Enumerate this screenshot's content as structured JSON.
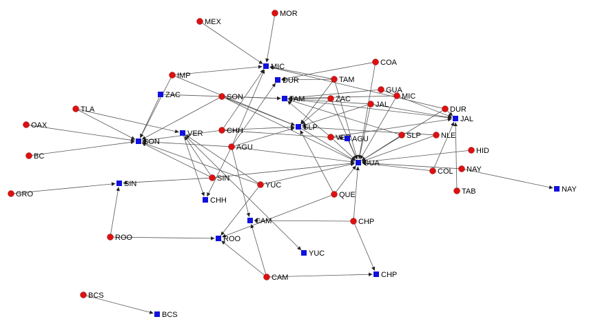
{
  "colors": {
    "circle": "#dd1111",
    "square": "#1111dd",
    "edge": "#555555"
  },
  "nodes": [
    {
      "id": "c_MEX",
      "label": "MEX",
      "shape": "circle"
    },
    {
      "id": "c_MOR",
      "label": "MOR",
      "shape": "circle"
    },
    {
      "id": "c_COA",
      "label": "COA",
      "shape": "circle"
    },
    {
      "id": "c_IMP",
      "label": "IMP",
      "shape": "circle"
    },
    {
      "id": "c_TAM",
      "label": "TAM",
      "shape": "circle"
    },
    {
      "id": "c_GUA",
      "label": "GUA",
      "shape": "circle"
    },
    {
      "id": "c_MIC",
      "label": "MIC",
      "shape": "circle"
    },
    {
      "id": "c_SON",
      "label": "SON",
      "shape": "circle"
    },
    {
      "id": "c_ZAC",
      "label": "ZAC",
      "shape": "circle"
    },
    {
      "id": "c_JAL",
      "label": "JAL",
      "shape": "circle"
    },
    {
      "id": "c_DUR",
      "label": "DUR",
      "shape": "circle"
    },
    {
      "id": "c_TLA",
      "label": "TLA",
      "shape": "circle"
    },
    {
      "id": "c_OAX",
      "label": "OAX",
      "shape": "circle"
    },
    {
      "id": "c_CHH",
      "label": "CHH",
      "shape": "circle"
    },
    {
      "id": "c_VER",
      "label": "VER",
      "shape": "circle"
    },
    {
      "id": "c_SLP",
      "label": "SLP",
      "shape": "circle"
    },
    {
      "id": "c_NLE",
      "label": "NLE",
      "shape": "circle"
    },
    {
      "id": "c_BC",
      "label": "BC",
      "shape": "circle"
    },
    {
      "id": "c_AGU",
      "label": "AGU",
      "shape": "circle"
    },
    {
      "id": "c_HID",
      "label": "HID",
      "shape": "circle"
    },
    {
      "id": "c_COL",
      "label": "COL",
      "shape": "circle"
    },
    {
      "id": "c_NAY",
      "label": "NAY",
      "shape": "circle"
    },
    {
      "id": "c_SIN",
      "label": "SIN",
      "shape": "circle"
    },
    {
      "id": "c_YUC",
      "label": "YUC",
      "shape": "circle"
    },
    {
      "id": "c_GRO",
      "label": "GRO",
      "shape": "circle"
    },
    {
      "id": "c_TAB",
      "label": "TAB",
      "shape": "circle"
    },
    {
      "id": "c_QUE",
      "label": "QUE",
      "shape": "circle"
    },
    {
      "id": "c_CHP",
      "label": "CHP",
      "shape": "circle"
    },
    {
      "id": "c_ROO",
      "label": "ROO",
      "shape": "circle"
    },
    {
      "id": "c_CAM",
      "label": "CAM",
      "shape": "circle"
    },
    {
      "id": "c_BCS",
      "label": "BCS",
      "shape": "circle"
    },
    {
      "id": "s_MIC",
      "label": "MIC",
      "shape": "square"
    },
    {
      "id": "s_DUR",
      "label": "DUR",
      "shape": "square"
    },
    {
      "id": "s_ZAC",
      "label": "ZAC",
      "shape": "square"
    },
    {
      "id": "s_TAM",
      "label": "TAM",
      "shape": "square"
    },
    {
      "id": "s_JAL",
      "label": "JAL",
      "shape": "square"
    },
    {
      "id": "s_SLP",
      "label": "SLP",
      "shape": "square"
    },
    {
      "id": "s_VER",
      "label": "VER",
      "shape": "square"
    },
    {
      "id": "s_AGU",
      "label": "AGU",
      "shape": "square"
    },
    {
      "id": "s_SON",
      "label": "SON",
      "shape": "square"
    },
    {
      "id": "s_GUA",
      "label": "GUA",
      "shape": "square"
    },
    {
      "id": "s_SIN",
      "label": "SIN",
      "shape": "square"
    },
    {
      "id": "s_NAY",
      "label": "NAY",
      "shape": "square"
    },
    {
      "id": "s_CHH",
      "label": "CHH",
      "shape": "square"
    },
    {
      "id": "s_CAM",
      "label": "CAM",
      "shape": "square"
    },
    {
      "id": "s_ROO",
      "label": "ROO",
      "shape": "square"
    },
    {
      "id": "s_YUC",
      "label": "YUC",
      "shape": "square"
    },
    {
      "id": "s_CHP",
      "label": "CHP",
      "shape": "square"
    },
    {
      "id": "s_BCS",
      "label": "BCS",
      "shape": "square"
    }
  ],
  "edges": [
    [
      "c_MEX",
      "s_MIC"
    ],
    [
      "c_MOR",
      "s_MIC"
    ],
    [
      "c_IMP",
      "s_MIC"
    ],
    [
      "c_COA",
      "s_DUR"
    ],
    [
      "c_COA",
      "s_GUA"
    ],
    [
      "c_TAM",
      "s_MIC"
    ],
    [
      "c_TAM",
      "s_DUR"
    ],
    [
      "c_TAM",
      "s_SLP"
    ],
    [
      "c_TAM",
      "s_GUA"
    ],
    [
      "c_GUA",
      "s_TAM"
    ],
    [
      "c_GUA",
      "s_JAL"
    ],
    [
      "c_MIC",
      "s_TAM"
    ],
    [
      "c_MIC",
      "s_GUA"
    ],
    [
      "c_SON",
      "s_TAM"
    ],
    [
      "c_SON",
      "s_SLP"
    ],
    [
      "c_SON",
      "s_SON"
    ],
    [
      "c_SON",
      "s_GUA"
    ],
    [
      "c_ZAC",
      "s_TAM"
    ],
    [
      "c_ZAC",
      "s_SLP"
    ],
    [
      "c_ZAC",
      "s_GUA"
    ],
    [
      "c_JAL",
      "s_TAM"
    ],
    [
      "c_JAL",
      "s_SLP"
    ],
    [
      "c_JAL",
      "s_GUA"
    ],
    [
      "c_JAL",
      "s_JAL"
    ],
    [
      "c_DUR",
      "s_JAL"
    ],
    [
      "c_DUR",
      "s_MIC"
    ],
    [
      "c_DUR",
      "s_GUA"
    ],
    [
      "c_TLA",
      "s_SON"
    ],
    [
      "c_TLA",
      "s_VER"
    ],
    [
      "c_OAX",
      "s_SON"
    ],
    [
      "c_BC",
      "s_SON"
    ],
    [
      "c_GRO",
      "s_SIN"
    ],
    [
      "c_IMP",
      "s_SON"
    ],
    [
      "c_IMP",
      "s_SLP"
    ],
    [
      "s_ZAC",
      "s_SON"
    ],
    [
      "s_ZAC",
      "s_TAM"
    ],
    [
      "c_CHH",
      "s_SON"
    ],
    [
      "c_CHH",
      "s_MIC"
    ],
    [
      "c_CHH",
      "s_AGU"
    ],
    [
      "c_VER",
      "s_TAM"
    ],
    [
      "c_VER",
      "s_GUA"
    ],
    [
      "c_VER",
      "s_JAL"
    ],
    [
      "c_SLP",
      "s_GUA"
    ],
    [
      "c_SLP",
      "s_TAM"
    ],
    [
      "c_NLE",
      "s_GUA"
    ],
    [
      "c_NLE",
      "s_SLP"
    ],
    [
      "c_AGU",
      "s_SON"
    ],
    [
      "c_AGU",
      "s_DUR"
    ],
    [
      "c_AGU",
      "s_MIC"
    ],
    [
      "c_AGU",
      "s_GUA"
    ],
    [
      "c_AGU",
      "s_SLP"
    ],
    [
      "c_AGU",
      "s_CHH"
    ],
    [
      "c_AGU",
      "s_CAM"
    ],
    [
      "c_HID",
      "s_GUA"
    ],
    [
      "c_COL",
      "s_GUA"
    ],
    [
      "c_COL",
      "s_JAL"
    ],
    [
      "c_NAY",
      "s_NAY"
    ],
    [
      "c_NAY",
      "s_GUA"
    ],
    [
      "c_SIN",
      "s_SIN"
    ],
    [
      "c_SIN",
      "s_GUA"
    ],
    [
      "c_SIN",
      "s_SON"
    ],
    [
      "c_SIN",
      "s_VER"
    ],
    [
      "c_YUC",
      "s_SON"
    ],
    [
      "c_YUC",
      "s_GUA"
    ],
    [
      "c_YUC",
      "s_ROO"
    ],
    [
      "c_YUC",
      "s_VER"
    ],
    [
      "c_TAB",
      "s_JAL"
    ],
    [
      "c_QUE",
      "s_GUA"
    ],
    [
      "c_QUE",
      "s_SLP"
    ],
    [
      "c_QUE",
      "s_ROO"
    ],
    [
      "c_CHP",
      "s_GUA"
    ],
    [
      "c_CHP",
      "s_CHP"
    ],
    [
      "c_CHP",
      "s_CAM"
    ],
    [
      "c_ROO",
      "s_SIN"
    ],
    [
      "c_ROO",
      "s_ROO"
    ],
    [
      "c_CAM",
      "s_CAM"
    ],
    [
      "c_CAM",
      "s_CHP"
    ],
    [
      "c_CAM",
      "s_ROO"
    ],
    [
      "c_BCS",
      "s_BCS"
    ],
    [
      "s_VER",
      "s_YUC"
    ],
    [
      "s_VER",
      "s_CHH"
    ],
    [
      "c_CHH",
      "s_SLP"
    ],
    [
      "s_SLP",
      "s_GUA"
    ],
    [
      "s_AGU",
      "s_GUA"
    ],
    [
      "s_TAM",
      "s_JAL"
    ]
  ]
}
